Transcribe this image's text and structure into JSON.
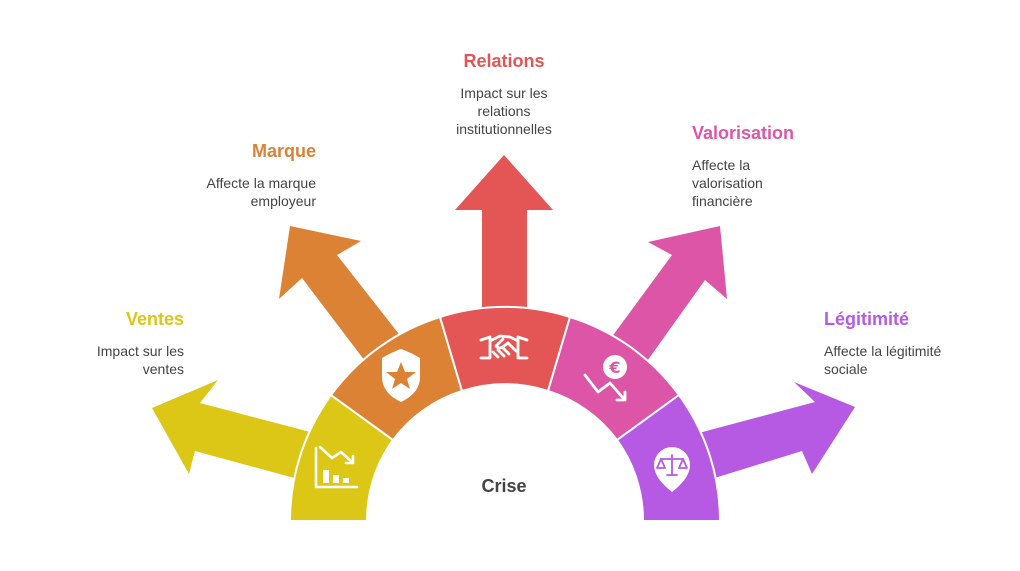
{
  "center_label": "Crise",
  "items": [
    {
      "key": "ventes",
      "title": "Ventes",
      "description": "Impact sur les ventes",
      "color": "#DCC716",
      "icon": "chart-down-icon"
    },
    {
      "key": "marque",
      "title": "Marque",
      "description": "Affecte la marque employeur",
      "color": "#DC8234",
      "icon": "star-badge-icon"
    },
    {
      "key": "relations",
      "title": "Relations",
      "description": "Impact sur les relations institutionnelles",
      "color": "#E45555",
      "icon": "handshake-icon"
    },
    {
      "key": "valorisation",
      "title": "Valorisation",
      "description": "Affecte la valorisation financière",
      "color": "#DD55A6",
      "icon": "euro-down-icon"
    },
    {
      "key": "legitimite",
      "title": "Légitimité",
      "description": "Affecte la légitimité sociale",
      "color": "#B65AE3",
      "icon": "scale-pin-icon"
    }
  ]
}
